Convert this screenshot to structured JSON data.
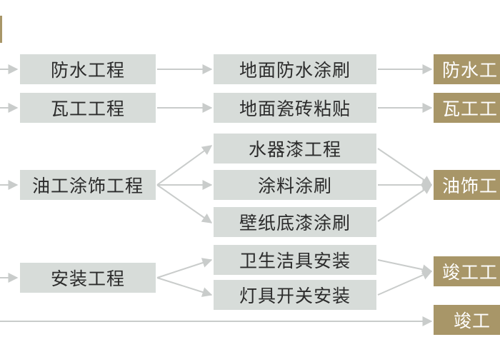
{
  "colors": {
    "box_grey": "#d7dcd9",
    "box_gold": "#a89668",
    "arrow": "#c9cccb",
    "text_dark": "#2b2b2b",
    "text_light": "#ffffff"
  },
  "stages": [
    {
      "label": "防水工程"
    },
    {
      "label": "瓦工工程"
    },
    {
      "label": "油工涂饰工程"
    },
    {
      "label": "安装工程"
    }
  ],
  "tasks": [
    {
      "label": "地面防水涂刷"
    },
    {
      "label": "地面瓷砖粘贴"
    },
    {
      "label": "水器漆工程"
    },
    {
      "label": "涂料涂刷"
    },
    {
      "label": "壁纸底漆涂刷"
    },
    {
      "label": "卫生洁具安装"
    },
    {
      "label": "灯具开关安装"
    }
  ],
  "results": [
    {
      "label": "防水工"
    },
    {
      "label": "瓦工工"
    },
    {
      "label": "油饰工"
    },
    {
      "label": "竣工工"
    },
    {
      "label": "竣工"
    }
  ]
}
